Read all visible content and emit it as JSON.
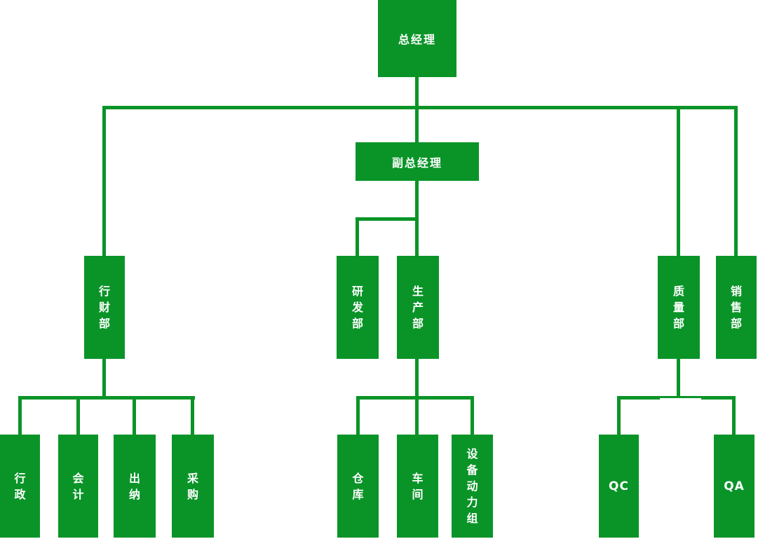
{
  "diagram": {
    "type": "org-chart"
  },
  "colors": {
    "node_fill": "#0a9428",
    "node_text": "#ffffff",
    "connector": "#0a9428",
    "background": "#ffffff"
  },
  "nodes": {
    "general_manager": {
      "label": "总经理"
    },
    "deputy_general_manager": {
      "label": "副总经理"
    },
    "finance_admin_dept": {
      "label": "行财部"
    },
    "rd_dept": {
      "label": "研发部"
    },
    "production_dept": {
      "label": "生产部"
    },
    "quality_dept": {
      "label": "质量部"
    },
    "sales_dept": {
      "label": "销售部"
    },
    "admin": {
      "label": "行政"
    },
    "accounting": {
      "label": "会计"
    },
    "cashier": {
      "label": "出纳"
    },
    "procurement": {
      "label": "采购"
    },
    "warehouse": {
      "label": "仓库"
    },
    "workshop": {
      "label": "车间"
    },
    "equipment_power_group": {
      "label": "设备动力组"
    },
    "qc": {
      "label": "QC"
    },
    "qa": {
      "label": "QA"
    }
  },
  "hierarchy": {
    "总经理": [
      "行财部",
      "副总经理",
      "质量部",
      "销售部"
    ],
    "副总经理": [
      "研发部",
      "生产部"
    ],
    "行财部": [
      "行政",
      "会计",
      "出纳",
      "采购"
    ],
    "生产部": [
      "仓库",
      "车间",
      "设备动力组"
    ],
    "质量部": [
      "QC",
      "QA"
    ]
  }
}
